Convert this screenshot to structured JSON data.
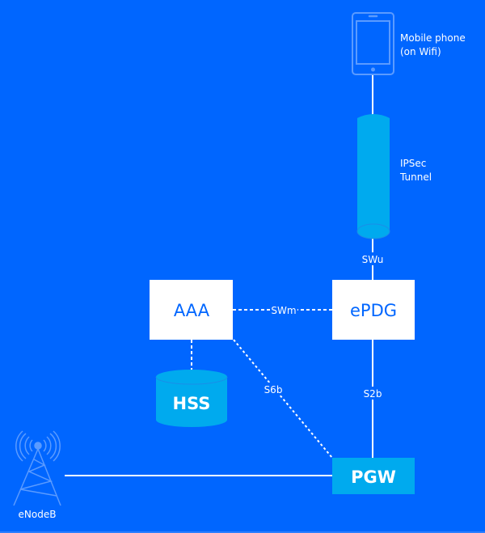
{
  "colors": {
    "background": "#0066ff",
    "accent": "#00aaee",
    "box": "#ffffff",
    "line": "#ffffff",
    "icon": "#5b9bff"
  },
  "nodes": {
    "phone": {
      "label_line1": "Mobile phone",
      "label_line2": "(on Wifi)",
      "icon": "mobile-phone-icon"
    },
    "tunnel": {
      "label_line1": "IPSec",
      "label_line2": "Tunnel"
    },
    "aaa": {
      "label": "AAA"
    },
    "epdg": {
      "label": "ePDG"
    },
    "hss": {
      "label": "HSS"
    },
    "pgw": {
      "label": "PGW"
    },
    "enodeb": {
      "label": "eNodeB",
      "icon": "cell-tower-icon"
    }
  },
  "links": {
    "swu": "SWu",
    "swm": "SWm",
    "s6b": "S6b",
    "s2b": "S2b"
  }
}
